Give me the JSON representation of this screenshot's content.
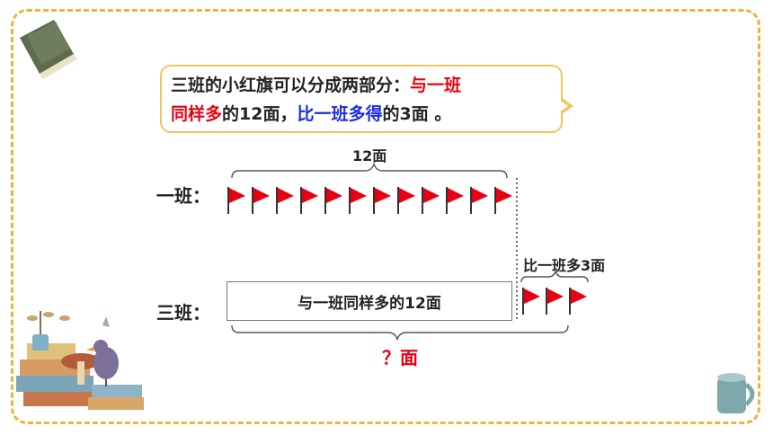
{
  "bubble": {
    "part1": "三班的小红旗可以分成两部分：",
    "part2": "与一班",
    "part3": "同样多",
    "part4": "的12面，",
    "part5": "比一班多得",
    "part6": "的3面 。"
  },
  "labels": {
    "class1": "一班：",
    "class3": "三班：",
    "top_count": "12面",
    "extra": "比一班多3面",
    "bar_text": "与一班同样多的12面",
    "total": "？面"
  },
  "flags": {
    "class1_count": 12,
    "class3_extra_count": 3
  },
  "colors": {
    "flag": "#e60012",
    "accent_red": "#e60012",
    "accent_blue": "#1a2fe0",
    "border": "#f2b23a"
  },
  "icons": [
    "book-icon",
    "books-stack-icon",
    "cup-icon",
    "bird-icon",
    "mug-icon"
  ]
}
